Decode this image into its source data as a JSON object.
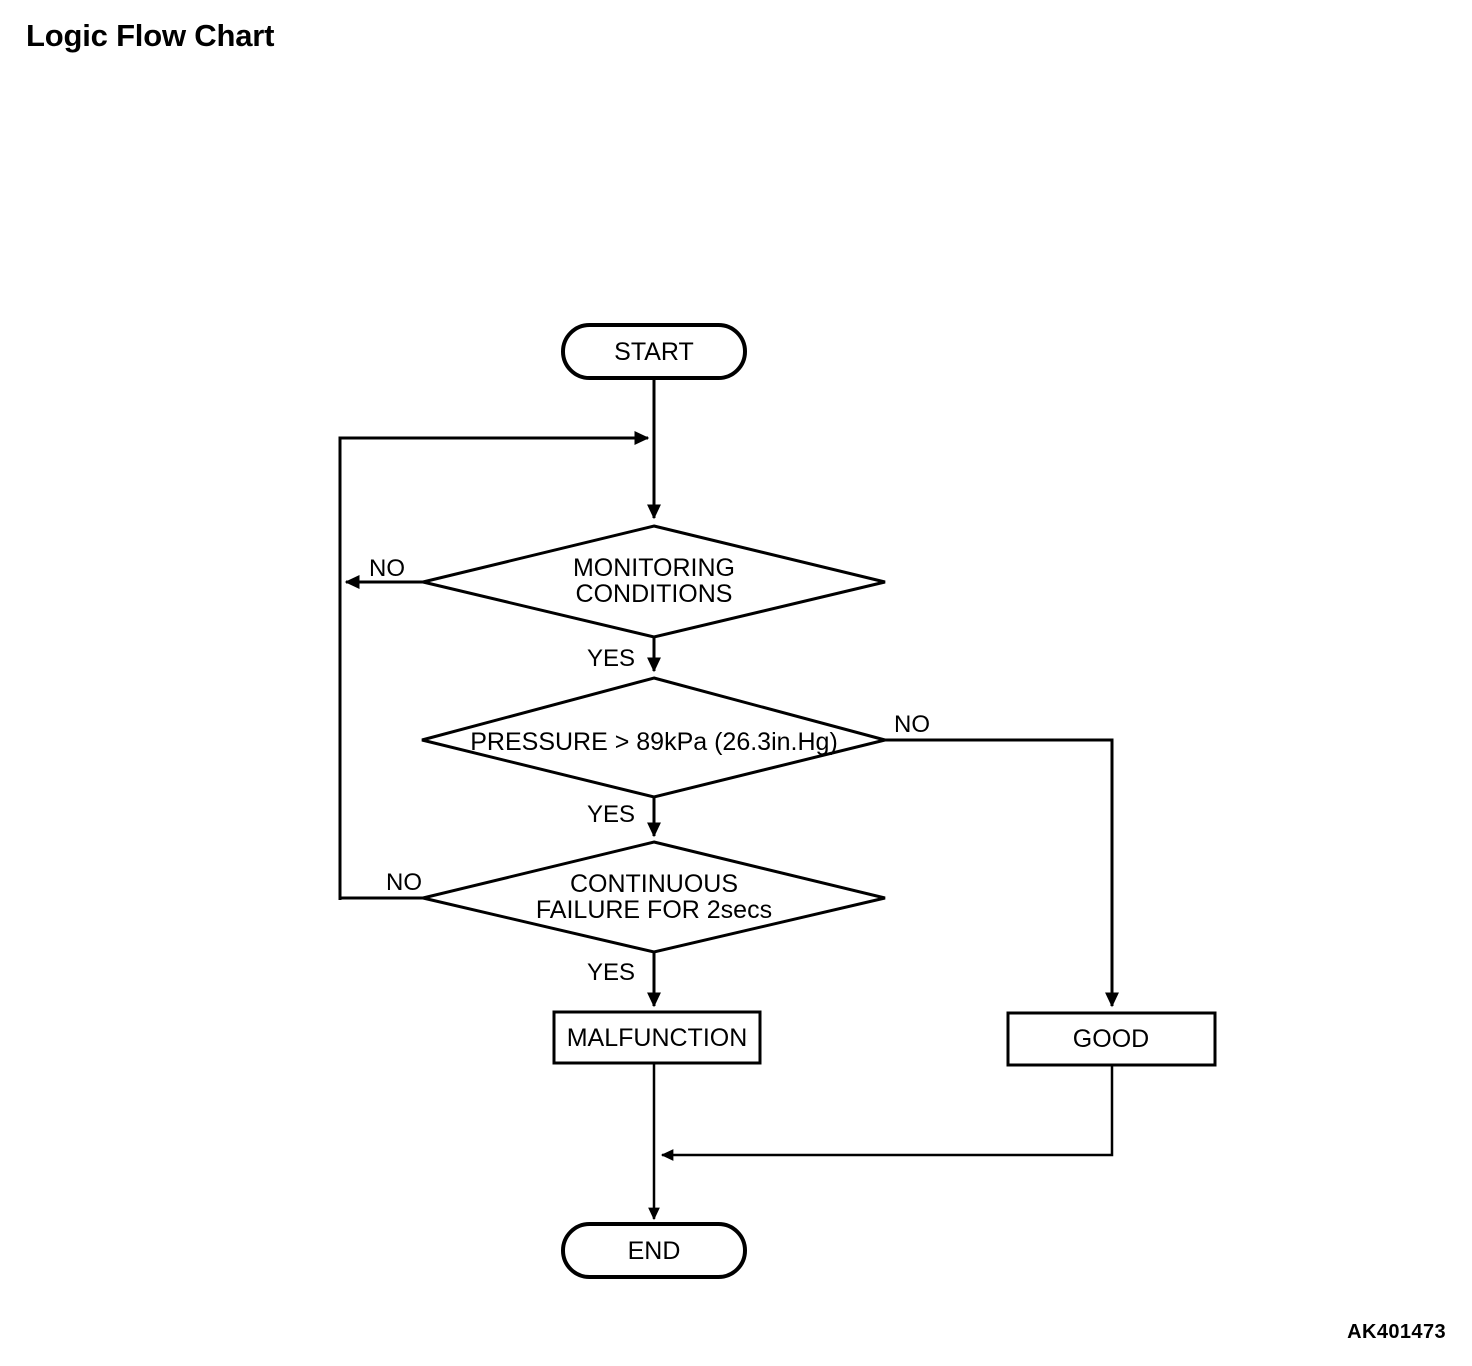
{
  "page": {
    "title": "Logic Flow Chart",
    "figure_code": "AK401473",
    "background_color": "#ffffff",
    "line_color": "#000000"
  },
  "chart_data": {
    "type": "diagram",
    "diagram_kind": "flowchart",
    "title": "Logic Flow Chart",
    "orientation": "top-to-bottom",
    "nodes": [
      {
        "id": "start",
        "shape": "terminator",
        "label": "START"
      },
      {
        "id": "monitoring",
        "shape": "decision",
        "label": "MONITORING CONDITIONS",
        "line1": "MONITORING",
        "line2": "CONDITIONS"
      },
      {
        "id": "pressure",
        "shape": "decision",
        "label": "PRESSURE > 89kPa (26.3in.Hg)",
        "line1": "PRESSURE > 89kPa (26.3in.Hg)",
        "line2": ""
      },
      {
        "id": "continuous",
        "shape": "decision",
        "label": "CONTINUOUS FAILURE FOR 2secs",
        "line1": "CONTINUOUS",
        "line2": "FAILURE FOR 2secs"
      },
      {
        "id": "malfunction",
        "shape": "process",
        "label": "MALFUNCTION"
      },
      {
        "id": "good",
        "shape": "process",
        "label": "GOOD"
      },
      {
        "id": "end",
        "shape": "terminator",
        "label": "END"
      }
    ],
    "edges": [
      {
        "from": "start",
        "to": "monitoring",
        "label": ""
      },
      {
        "from": "monitoring",
        "to": "start_join",
        "label": "NO",
        "direction": "left-loopback"
      },
      {
        "from": "monitoring",
        "to": "pressure",
        "label": "YES",
        "direction": "down"
      },
      {
        "from": "pressure",
        "to": "good",
        "label": "NO",
        "direction": "right"
      },
      {
        "from": "pressure",
        "to": "continuous",
        "label": "YES",
        "direction": "down"
      },
      {
        "from": "continuous",
        "to": "start_join",
        "label": "NO",
        "direction": "left-loopback"
      },
      {
        "from": "continuous",
        "to": "malfunction",
        "label": "YES",
        "direction": "down"
      },
      {
        "from": "malfunction",
        "to": "end",
        "label": ""
      },
      {
        "from": "good",
        "to": "end",
        "label": ""
      }
    ],
    "branch_labels": {
      "monitoring_no": "NO",
      "monitoring_yes": "YES",
      "pressure_no": "NO",
      "pressure_yes": "YES",
      "continuous_no": "NO",
      "continuous_yes": "YES"
    }
  }
}
